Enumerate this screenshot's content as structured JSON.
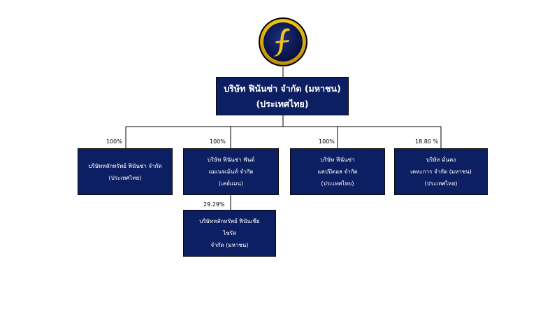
{
  "parent": {
    "line1": "บริษัท ฟินันซ่า จำกัด (มหาชน)",
    "line2": "(ประเทศไทย)"
  },
  "children": [
    {
      "percent": "100%",
      "lines": [
        "บริษัทหลักทรัพย์ ฟินันซ่า จำกัด",
        "(ประเทศไทย)"
      ]
    },
    {
      "percent": "100%",
      "lines": [
        "บริษัท ฟินันซ่า ฟันด์",
        "แมเนจเม้นท์ จำกัด",
        "(เคย์แมน)"
      ]
    },
    {
      "percent": "100%",
      "lines": [
        "บริษัท ฟินันซ่า",
        "แคปปิตอล จำกัด",
        "(ประเทศไทย)"
      ]
    },
    {
      "percent": "18.80 %",
      "lines": [
        "บริษัท มั่นคง",
        "เคหะการ จำกัด (มหาชน)",
        "(ประเทศไทย)"
      ]
    }
  ],
  "grandchild": {
    "percent": "29.29%",
    "lines": [
      "บริษัทหลักทรัพย์ ฟินันเซีย",
      "ไซรัส",
      "จำกัด (มหาชน)"
    ]
  },
  "colors": {
    "box_fill": "#0d1f63",
    "logo_gold": "#f0c419",
    "logo_dark": "#0d1f63"
  },
  "logo_icon": "finansa-f-logo"
}
